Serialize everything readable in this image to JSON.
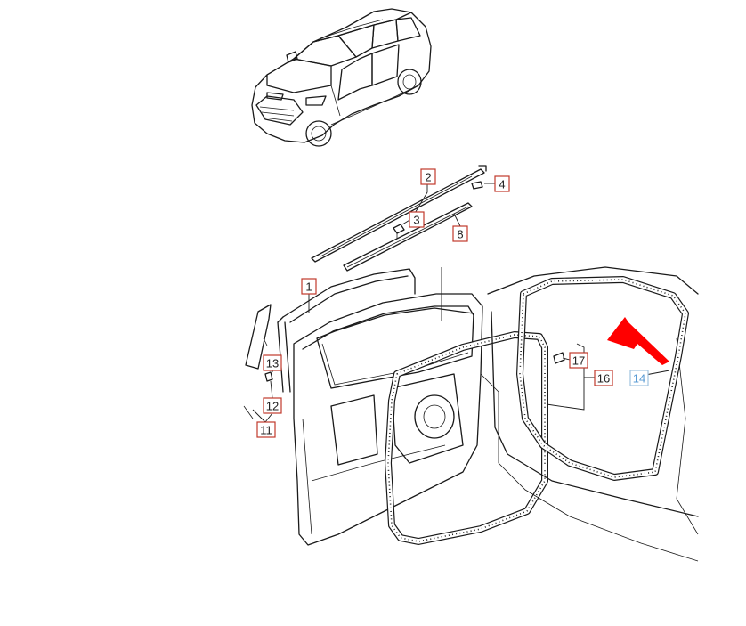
{
  "colors": {
    "line": "#1a1a1a",
    "callout_border": "#c0392b",
    "callout_text": "#222222",
    "highlight_border": "#9fc3e0",
    "highlight_text": "#5a9bd4",
    "arrow": "#ff0000"
  },
  "illustrations": [
    {
      "name": "vehicle-overview",
      "icon": "suv-icon"
    },
    {
      "name": "front-door-exploded-view",
      "icon": "car-door-icon"
    }
  ],
  "callouts": [
    {
      "id": "1",
      "label": "1"
    },
    {
      "id": "2",
      "label": "2"
    },
    {
      "id": "3",
      "label": "3"
    },
    {
      "id": "4",
      "label": "4"
    },
    {
      "id": "8",
      "label": "8"
    },
    {
      "id": "11",
      "label": "11"
    },
    {
      "id": "12",
      "label": "12"
    },
    {
      "id": "13",
      "label": "13"
    },
    {
      "id": "14",
      "label": "14",
      "highlighted": true
    },
    {
      "id": "16",
      "label": "16"
    },
    {
      "id": "17",
      "label": "17"
    }
  ],
  "pointer": {
    "icon": "arrow-icon",
    "target": "14"
  }
}
